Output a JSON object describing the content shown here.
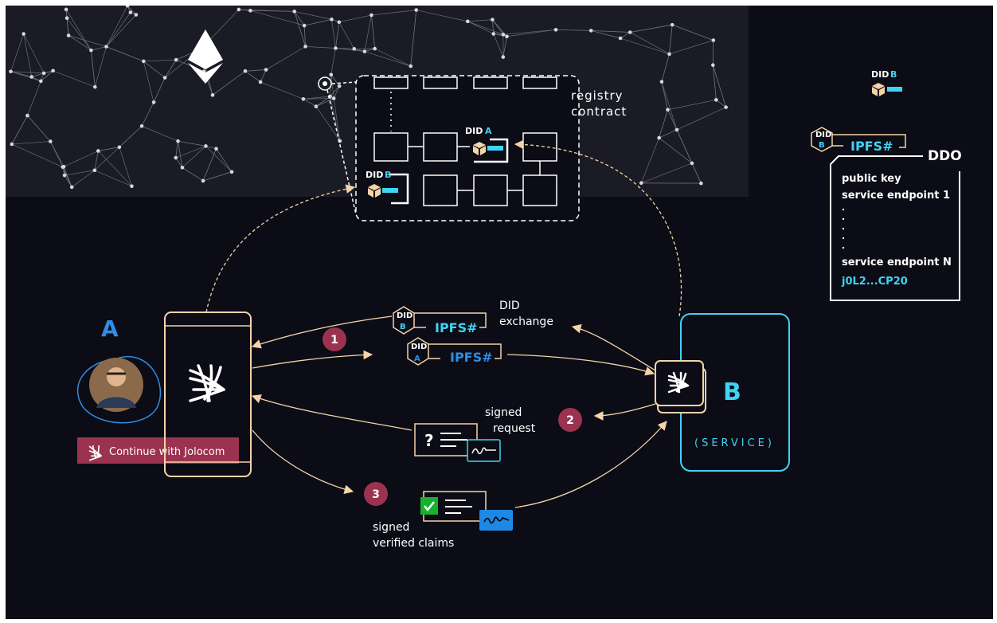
{
  "colors": {
    "background": "#0b0c15",
    "network": "#1a1b24",
    "peach": "#f4d4a8",
    "cyan": "#3fd3f5",
    "blue": "#1e88e5",
    "maroon": "#9b3350",
    "green": "#16b22e",
    "white": "#ffffff"
  },
  "icons": [
    "ethereum-logo-icon",
    "jolocom-logo-icon",
    "cube-icon",
    "checkmark-icon",
    "signature-icon",
    "question-icon",
    "avatar-icon"
  ],
  "registry": {
    "label_line1": "registry",
    "label_line2": "contract"
  },
  "did_a": {
    "did": "DID",
    "letter": "A"
  },
  "did_b": {
    "did": "DID",
    "letter": "B"
  },
  "legend": {
    "did": "DID",
    "letter": "B",
    "ipfs": "IPFS#",
    "ddo_title": "DDO",
    "ddo_lines": [
      "public key",
      "service endpoint 1",
      "service endpoint N"
    ],
    "ddo_hash": "j0L2...CP20"
  },
  "party_a": {
    "label": "A",
    "button_label": "Continue with Jolocom"
  },
  "party_b": {
    "label": "B",
    "sublabel": "(SERVICE)"
  },
  "steps": [
    {
      "number": "1",
      "text_line1": "DID",
      "text_line2": "exchange"
    },
    {
      "number": "2",
      "text_line1": "signed",
      "text_line2": "request"
    },
    {
      "number": "3",
      "text_line1": "signed",
      "text_line2": "verified claims"
    }
  ],
  "exchange_cards": [
    {
      "did": "DID",
      "letter": "B",
      "ipfs": "IPFS#"
    },
    {
      "did": "DID",
      "letter": "A",
      "ipfs": "IPFS#"
    }
  ],
  "request_doc": {
    "symbol": "?"
  }
}
